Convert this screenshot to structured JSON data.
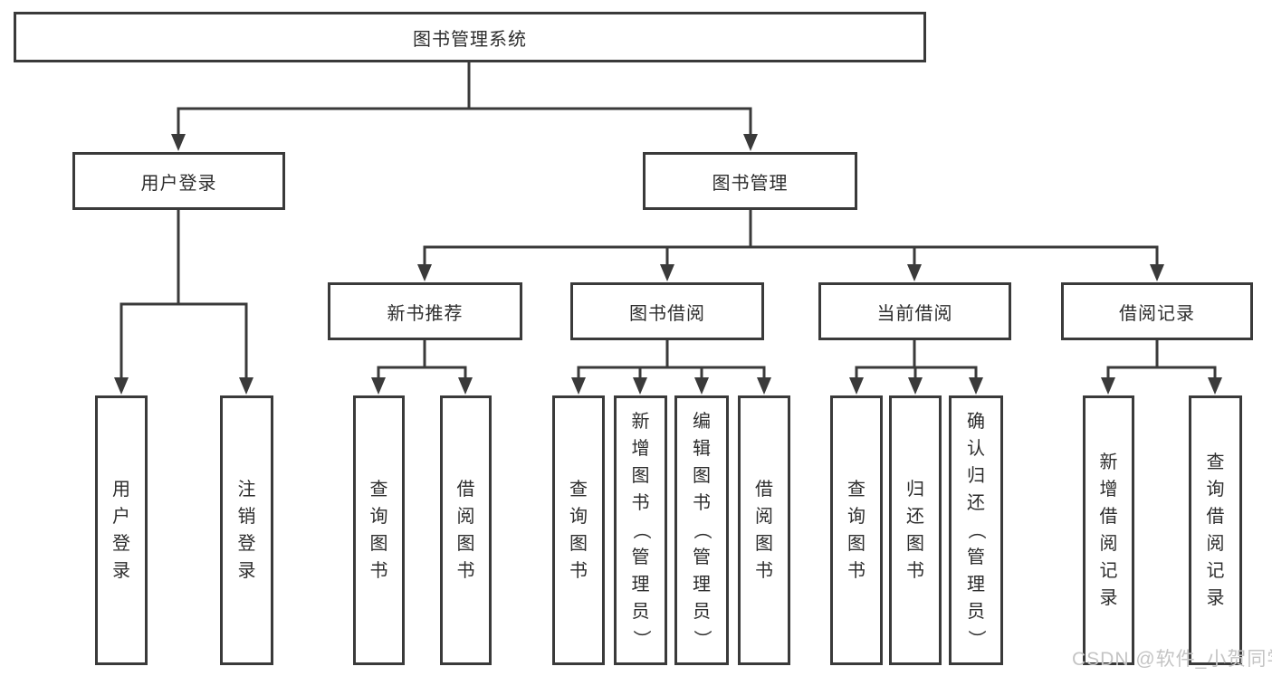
{
  "diagram_title": "图书管理系统",
  "colors": {
    "line": "#3a3a3a",
    "text": "#2d2d2d",
    "box_background": "#ffffff",
    "watermark": "#c4c4c4",
    "background": "#ffffff"
  },
  "tree": {
    "label": "图书管理系统",
    "children": [
      {
        "label": "用户登录",
        "children": [
          {
            "label": "用户登录"
          },
          {
            "label": "注销登录"
          }
        ]
      },
      {
        "label": "图书管理",
        "children": [
          {
            "label": "新书推荐",
            "children": [
              {
                "label": "查询图书"
              },
              {
                "label": "借阅图书"
              }
            ]
          },
          {
            "label": "图书借阅",
            "children": [
              {
                "label": "查询图书"
              },
              {
                "label": "新增图书（管理员）"
              },
              {
                "label": "编辑图书（管理员）"
              },
              {
                "label": "借阅图书"
              }
            ]
          },
          {
            "label": "当前借阅",
            "children": [
              {
                "label": "查询图书"
              },
              {
                "label": "归还图书"
              },
              {
                "label": "确认归还（管理员）"
              }
            ]
          },
          {
            "label": "借阅记录",
            "children": [
              {
                "label": "新增借阅记录"
              },
              {
                "label": "查询借阅记录"
              }
            ]
          }
        ]
      }
    ]
  },
  "watermark": {
    "text": "CSDN @软件_小贺同学"
  }
}
